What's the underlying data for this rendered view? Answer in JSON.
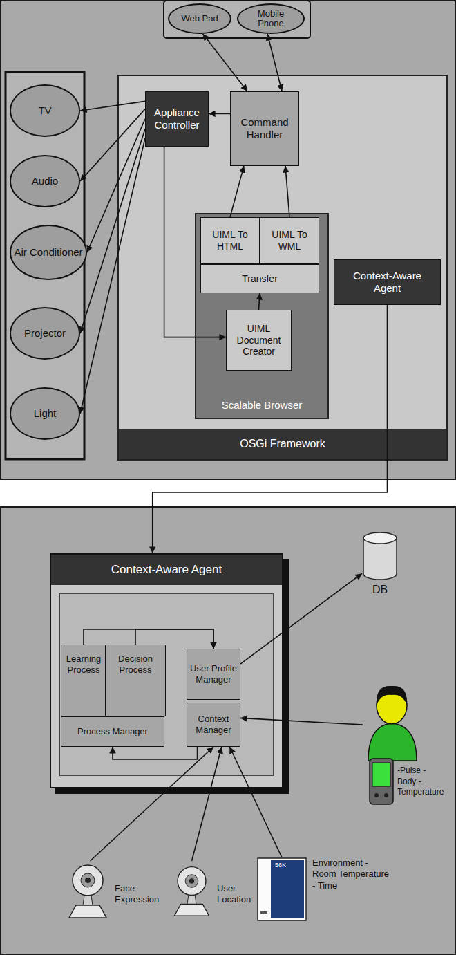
{
  "diagram": {
    "nodes": [
      {
        "text": [
          "Web Pad"
        ]
      },
      {
        "text": [
          "Mobile Phone"
        ]
      },
      {
        "text": [
          "TV"
        ]
      },
      {
        "text": [
          "Audio"
        ]
      },
      {
        "text": [
          "Air Conditioner"
        ]
      },
      {
        "text": [
          "Projector"
        ]
      },
      {
        "text": [
          "Light"
        ]
      },
      {
        "text": [
          "OSGi Framework"
        ]
      },
      {
        "text": [
          "Appliance Controller"
        ],
        "in": 7
      },
      {
        "text": [
          "Command Handler"
        ],
        "in": 7
      },
      {
        "text": [
          "Scalable Browser"
        ],
        "in": 7
      },
      {
        "text": [
          "UIML To HTML"
        ],
        "in": 10
      },
      {
        "text": [
          "UIML To WML"
        ],
        "in": 10
      },
      {
        "text": [
          "Transfer"
        ],
        "in": 10
      },
      {
        "text": [
          "UIML Document Creator"
        ],
        "in": 10
      },
      {
        "text": [
          "Context-Aware Agent"
        ],
        "in": 7
      },
      {
        "text": [
          "Context-Aware Agent"
        ]
      },
      {
        "text": [
          "Learning Process"
        ],
        "in": 16
      },
      {
        "text": [
          "Decision Process"
        ],
        "in": 16
      },
      {
        "text": [
          "Process Manager"
        ],
        "in": 16
      },
      {
        "text": [
          "User Profile Manager"
        ],
        "in": 16
      },
      {
        "text": [
          "Context Manager"
        ],
        "in": 16
      },
      {
        "text": [
          "DB"
        ]
      },
      {
        "text": [
          "Face Expression"
        ]
      },
      {
        "text": [
          "User Location"
        ]
      },
      {
        "text": [
          "56K",
          "Environment - Room Temperature - Time"
        ]
      },
      {
        "text": [
          "-Pulse -Body -Temperature"
        ]
      }
    ],
    "edges": [
      {
        "from": 0,
        "to": 9,
        "arrow": "both"
      },
      {
        "from": 1,
        "to": 9,
        "arrow": "both"
      },
      {
        "from": 9,
        "to": 8,
        "arrow": "to"
      },
      {
        "from": 8,
        "to": 2,
        "arrow": "to"
      },
      {
        "from": 8,
        "to": 3,
        "arrow": "to"
      },
      {
        "from": 8,
        "to": 4,
        "arrow": "to"
      },
      {
        "from": 8,
        "to": 5,
        "arrow": "to"
      },
      {
        "from": 8,
        "to": 6,
        "arrow": "to"
      },
      {
        "from": 8,
        "to": 14,
        "arrow": "to"
      },
      {
        "from": 14,
        "to": 13,
        "arrow": "to"
      },
      {
        "from": 11,
        "to": 9,
        "arrow": "to"
      },
      {
        "from": 12,
        "to": 9,
        "arrow": "to"
      },
      {
        "from": 15,
        "to": 16,
        "arrow": "to"
      },
      {
        "from": 21,
        "to": 19,
        "arrow": "to"
      },
      {
        "from": 17,
        "to": 20,
        "arrow": "to"
      },
      {
        "from": 18,
        "to": 20,
        "arrow": "to"
      },
      {
        "from": 20,
        "to": 22,
        "arrow": "to"
      },
      {
        "from": 26,
        "to": 21,
        "arrow": "to"
      },
      {
        "from": 23,
        "to": 21,
        "arrow": "to"
      },
      {
        "from": 24,
        "to": 21,
        "arrow": "to"
      },
      {
        "from": 25,
        "to": 21,
        "arrow": "to"
      }
    ]
  }
}
